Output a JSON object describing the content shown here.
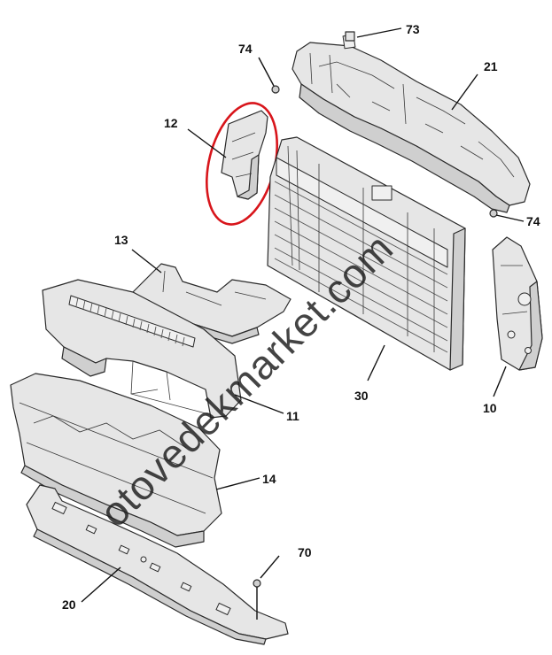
{
  "diagram": {
    "callouts": [
      "73",
      "74",
      "21",
      "12",
      "13",
      "30",
      "74",
      "10",
      "11",
      "14",
      "70",
      "20"
    ],
    "highlighted_part": "12",
    "highlight_color": "#d8151b",
    "watermark": "otovedekmarket.com"
  }
}
